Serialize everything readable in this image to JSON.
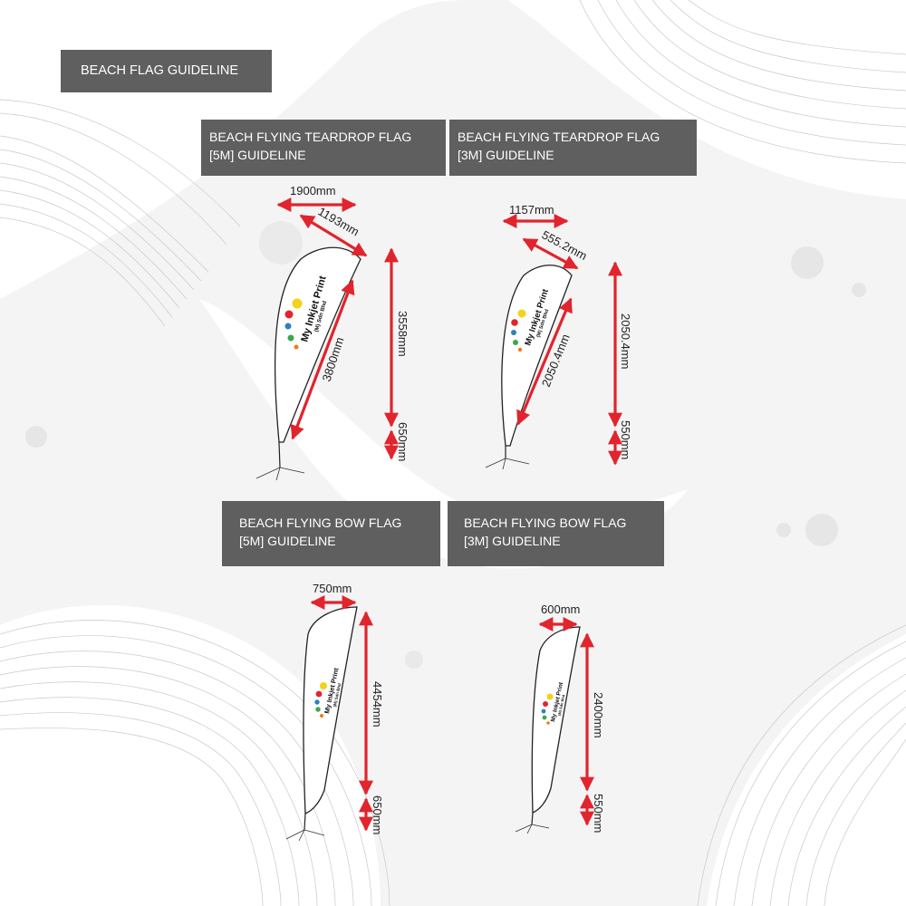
{
  "title": "BEACH FLAG GUIDELINE",
  "panels": {
    "teardrop_5m": "BEACH FLYING TEARDROP FLAG\n[5M] GUIDELINE",
    "teardrop_3m": "BEACH FLYING TEARDROP FLAG\n[3M] GUIDELINE",
    "bow_5m": "BEACH FLYING BOW FLAG\n[5M] GUIDELINE",
    "bow_3m": "BEACH FLYING BOW FLAG\n[3M] GUIDELINE"
  },
  "brand": {
    "name": "My Inkjet Print",
    "sub": "(M) Sdn Bhd"
  },
  "dimensions": {
    "teardrop_5m": {
      "width": "1900mm",
      "slant": "1193mm",
      "height": "3558mm",
      "diagonal": "3800mm",
      "pole": "650mm"
    },
    "teardrop_3m": {
      "width": "1157mm",
      "slant": "555.2mm",
      "height": "2050.4mm",
      "diagonal": "2050.4mm",
      "pole": "550mm"
    },
    "bow_5m": {
      "width": "750mm",
      "height": "4454mm",
      "pole": "650mm"
    },
    "bow_3m": {
      "width": "600mm",
      "height": "2400mm",
      "pole": "550mm"
    }
  },
  "colors": {
    "header_bg": "#5f5f5f",
    "arrow": "#e1242d",
    "dots": [
      "#f5d21a",
      "#e1242d",
      "#2f7fc2",
      "#3aa84a",
      "#f07a1d"
    ]
  }
}
